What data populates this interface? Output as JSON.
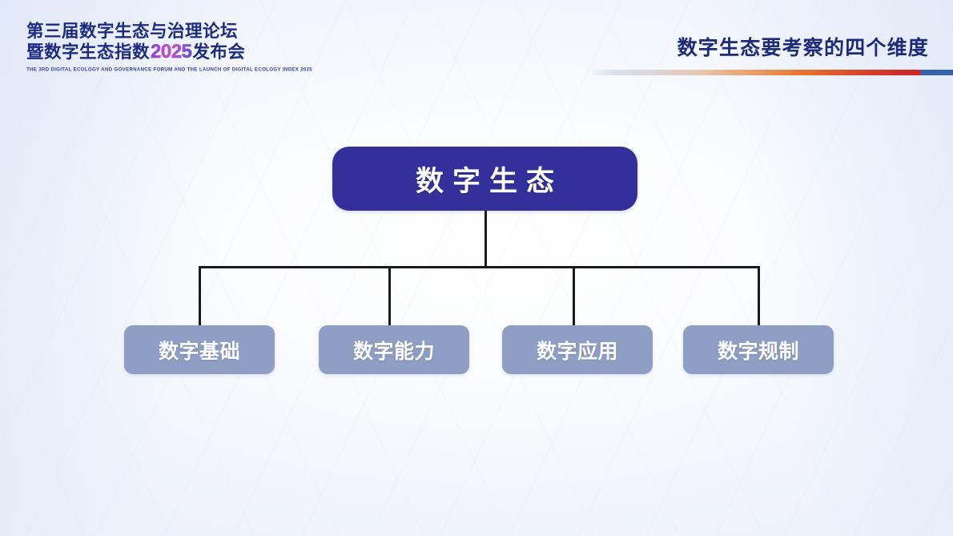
{
  "header": {
    "logo": {
      "line1": "第三届数字生态与治理论坛",
      "line2_prefix": "暨数字生态指数",
      "line2_year": "2025",
      "line2_suffix": "发布会",
      "subtitle": "THE 3RD DIGITAL ECOLOGY AND GOVERNANCE FORUM AND THE LAUNCH OF DIGITAL ECOLOGY INDEX 2025"
    },
    "page_title": "数字生态要考察的四个维度"
  },
  "chart_data": {
    "type": "diagram",
    "layout": "org-chart",
    "title": "数字生态要考察的四个维度",
    "root": {
      "label": "数字生态"
    },
    "children": [
      {
        "label": "数字基础"
      },
      {
        "label": "数字能力"
      },
      {
        "label": "数字应用"
      },
      {
        "label": "数字规制"
      }
    ]
  },
  "colors": {
    "root_node": "#33309b",
    "child_node": "#8e9ec4",
    "connector": "#1a1a1a",
    "title_text": "#1c2a7c",
    "logo_text": "#1e2b82",
    "rule_orange": "#e8752f",
    "rule_red": "#cf2828",
    "rule_blue": "#3761ac",
    "background": "#f4f7fc"
  }
}
